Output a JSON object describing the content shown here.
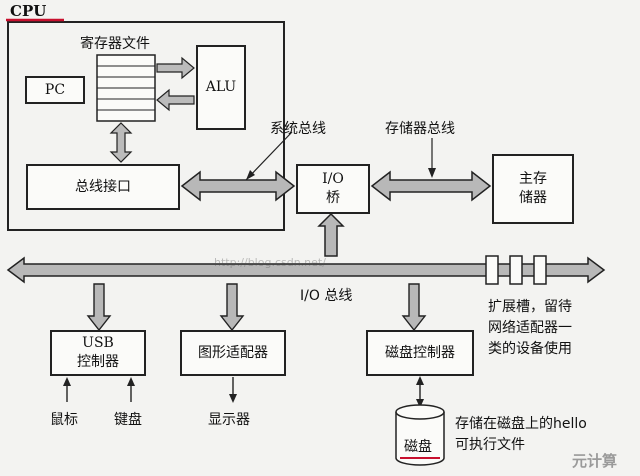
{
  "cpu": {
    "label": "CPU",
    "register_file": "寄存器文件",
    "pc": "PC",
    "alu": "ALU",
    "bus_interface": "总线接口"
  },
  "buses": {
    "system_bus": "系统总线",
    "memory_bus": "存储器总线",
    "io_bus": "I/O 总线"
  },
  "io_bridge": {
    "line1": "I/O",
    "line2": "桥"
  },
  "main_memory": {
    "line1": "主存",
    "line2": "储器"
  },
  "devices": {
    "usb_controller": {
      "line1": "USB",
      "line2": "控制器"
    },
    "graphics_adapter": "图形适配器",
    "disk_controller": "磁盘控制器",
    "mouse": "鼠标",
    "keyboard": "键盘",
    "display": "显示器",
    "disk": "磁盘"
  },
  "expansion_note": {
    "line1": "扩展槽，留待",
    "line2": "网络适配器一",
    "line3": "类的设备使用"
  },
  "hello_note": {
    "line1": "存储在磁盘上的hello",
    "line2": "可执行文件"
  },
  "watermark": "http://blog.csdn.net/",
  "corner_logo": "元计算",
  "colors": {
    "ink": "#222222",
    "highlight_underline": "#c8102e",
    "bus_fill": "#b8b8b8"
  }
}
